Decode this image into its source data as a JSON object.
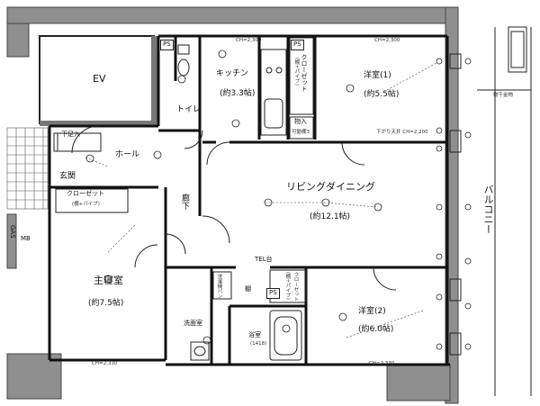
{
  "rooms": {
    "ev": "EV",
    "kitchen": "キッチン",
    "kitchen_size": "(約3.3帖)",
    "toilet": "トイレ",
    "western1": "洋室(1)",
    "western1_size": "(約5.5帖)",
    "closet_k_label": "クローゼット",
    "closet_k_sub": "(棚+パイプ)",
    "storage": "物入",
    "storage_sub": "可動棚3",
    "shoe_box": "下足入",
    "entrance": "玄関",
    "hall": "ホール",
    "corridor": "廊下",
    "living": "リビングダイニング",
    "living_size": "(約12.1帖)",
    "closet_m_label": "クローゼット",
    "closet_m_sub": "(棚+パイプ)",
    "master": "主寝室",
    "master_size": "(約7.5帖)",
    "gas": "GAS",
    "mb": "MB",
    "washroom": "洗面室",
    "bath": "浴室",
    "bath_size": "(1418)",
    "closet_2_label": "クローゼット",
    "closet_2_sub": "(棚+パイプ)",
    "western2": "洋室(2)",
    "western2_size": "(約6.0帖)",
    "balcony": "バルコニー",
    "balcony_rail": "物干金物",
    "tel": "TEL台",
    "ps1": "PS",
    "ps2": "PS",
    "ps3": "PS",
    "shelf": "棚",
    "wash_machine": "洗濯機パン",
    "ceiling_1": "CH=2,300",
    "ceiling_2": "CH=2,300",
    "ceiling_3": "CH=2,330",
    "ceiling_4": "CH=2,330",
    "ceiling_5": "下がり天井 CH=2,200"
  }
}
